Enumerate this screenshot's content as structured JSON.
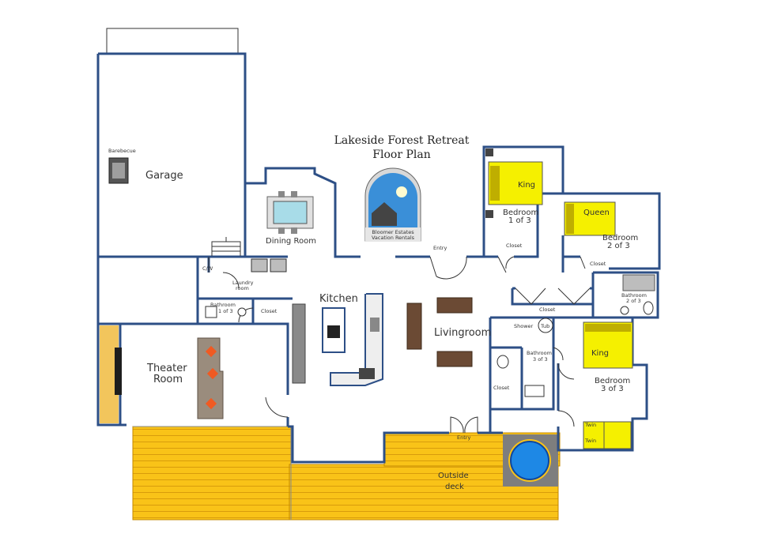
{
  "title": {
    "line1": "Lakeside Forest Retreat",
    "line2": "Floor Plan"
  },
  "logo": {
    "line1": "Bloomer Estates",
    "line2": "Vacation Rentals"
  },
  "rooms": {
    "garage": "Garage",
    "barbecue": "Barebecue",
    "dining": "Dining Room",
    "kitchen": "Kitchen",
    "livingroom": "Livingroom",
    "theater_line1": "Theater",
    "theater_line2": "Room",
    "laundry_line1": "Laundry",
    "laundry_line2": "room",
    "cw": "C/W",
    "bath1_line1": "Bathroom",
    "bath1_line2": "1 of 3",
    "closet_laundry": "Closet",
    "bed1_line1": "Bedroom",
    "bed1_line2": "1 of 3",
    "bed1_closet": "Closet",
    "bed1_bed": "King",
    "bed2_line1": "Bedroom",
    "bed2_line2": "2 of 3",
    "bed2_closet": "Closet",
    "bed2_bed": "Queen",
    "bath2_line1": "Bathroom",
    "bath2_line2": "2 of 3",
    "hall_closet": "Closet",
    "bed3_line1": "Bedroom",
    "bed3_line2": "3 of 3",
    "bed3_bed": "King",
    "bed3_twin1": "Twin",
    "bed3_twin2": "Twin",
    "bath3_line1": "Bathroom",
    "bath3_line2": "3 of 3",
    "shower": "Shower",
    "tub": "Tub",
    "closet_bath3": "Closet",
    "entry_top": "Entry",
    "entry_bottom": "Entry",
    "deck_line1": "Outside",
    "deck_line2": "deck"
  },
  "colors": {
    "wall": "#2d4f86",
    "deck": "#f9c318",
    "bed": "#f5f000",
    "hot_tub": "#1e88e5",
    "sofa": "#6b4a34",
    "cushion": "#f05a22",
    "theater_screen": "#f2c55c"
  }
}
